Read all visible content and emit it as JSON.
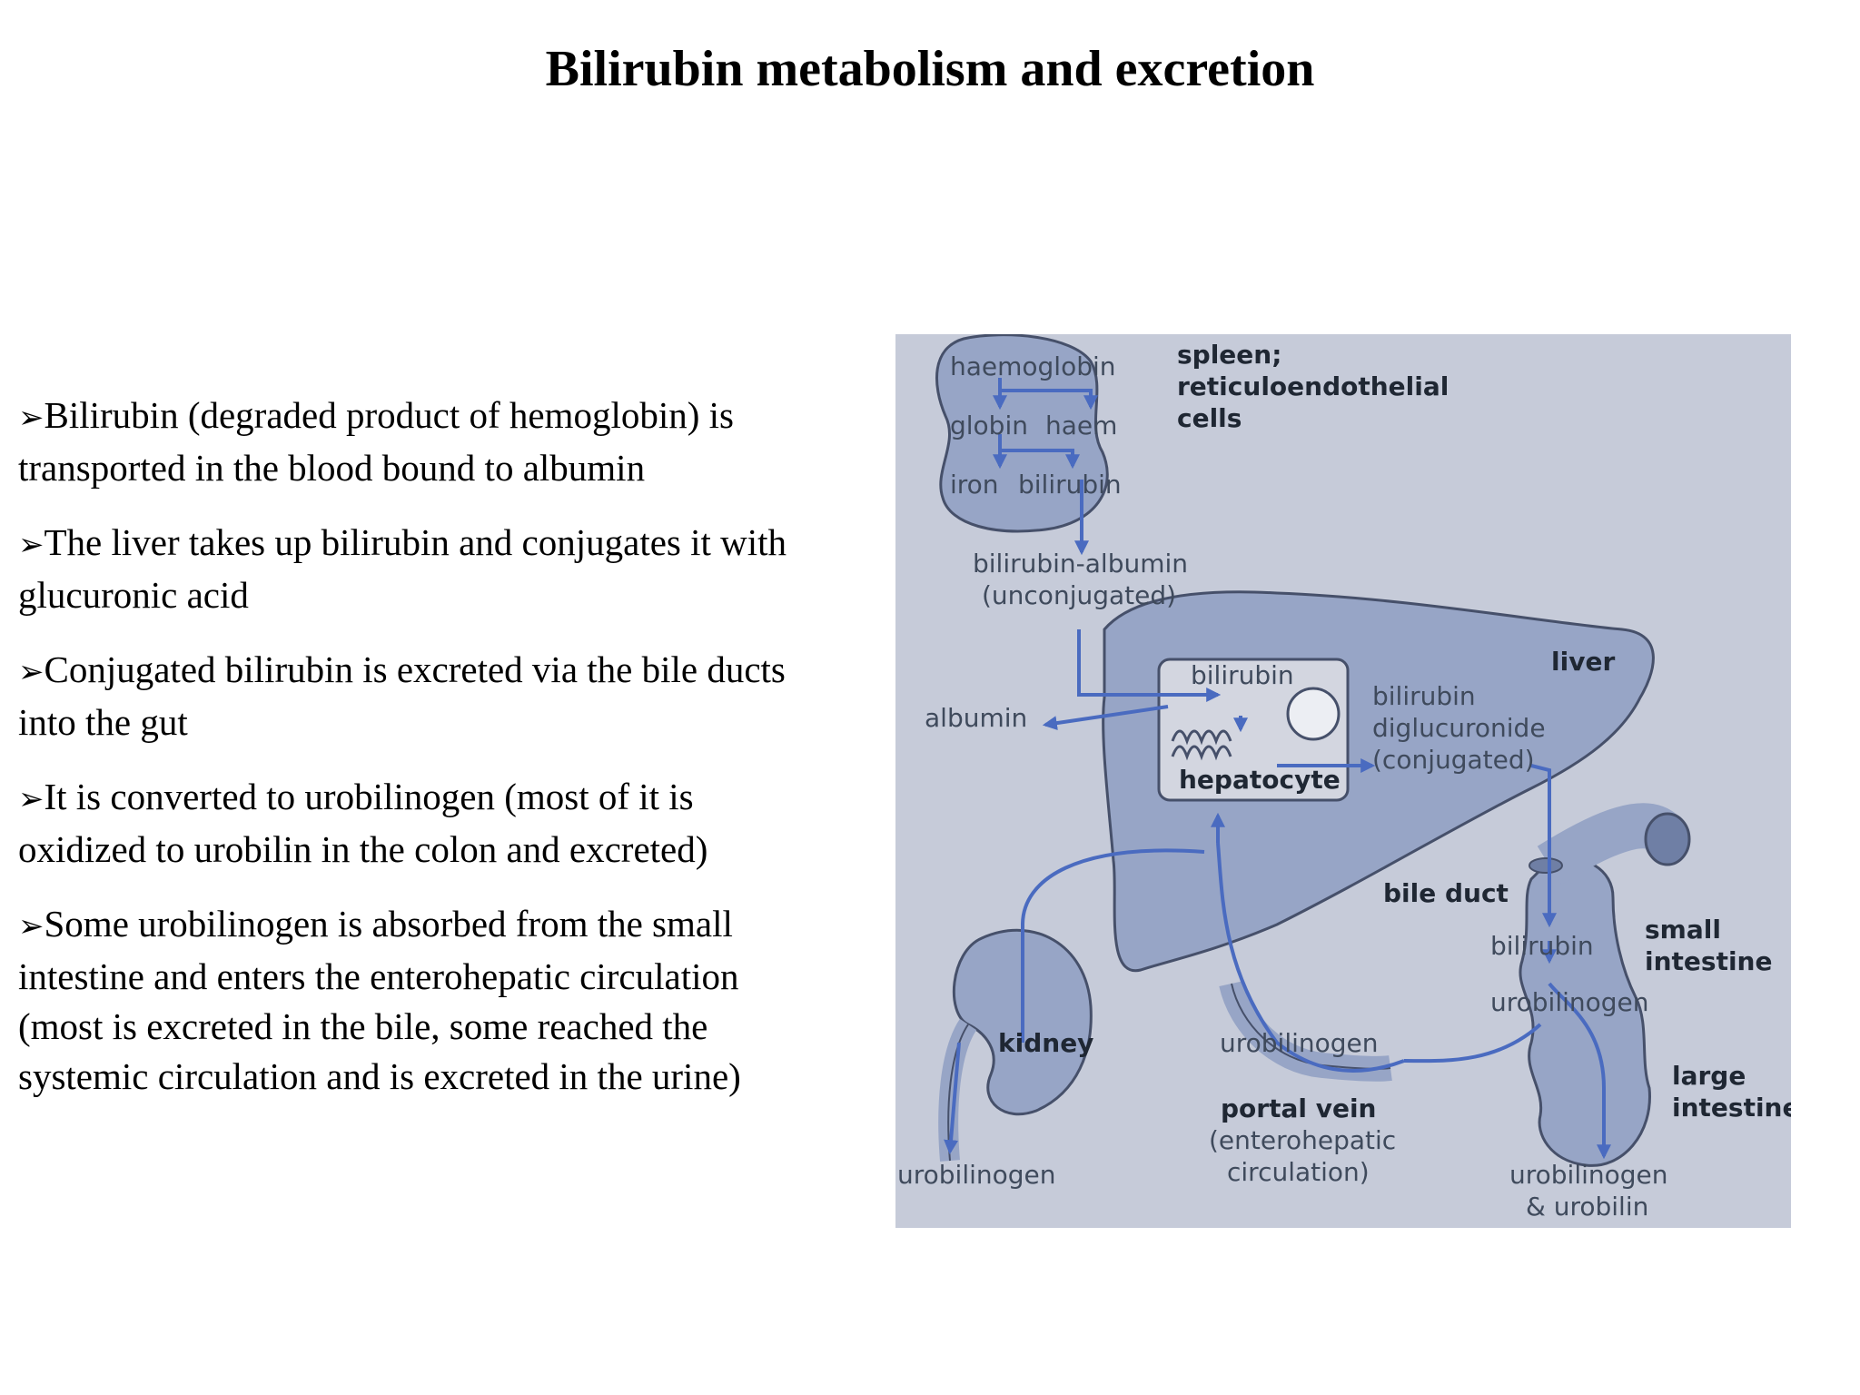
{
  "title": "Bilirubin metabolism and excretion",
  "bullet_marker": "➢",
  "bullets": [
    "Bilirubin (degraded product of hemoglobin) is transported in the blood bound to albumin",
    "The liver takes up bilirubin and conjugates it with glucuronic acid",
    "Conjugated bilirubin is excreted via the bile ducts into the gut",
    "It is converted to urobilinogen (most of it is oxidized to urobilin in the colon and excreted)",
    "Some urobilinogen is absorbed from the small intestine and enters the enterohepatic circulation (most is excreted in the bile, some reached the systemic circulation and is excreted in the urine)"
  ],
  "diagram": {
    "colors": {
      "background": "#c6cbd9",
      "organ": "#97a5c6",
      "organ_outline": "#46506a",
      "arrow": "#4a6bc0",
      "hepatocyte": "#d3d6e0"
    },
    "labels": {
      "haemoglobin": "haemoglobin",
      "globin": "globin",
      "haem": "haem",
      "iron": "iron",
      "bilirubin_spleen": "bilirubin",
      "spleen_1": "spleen;",
      "spleen_2": "reticuloendothelial",
      "spleen_3": "cells",
      "bilirubin_albumin_1": "bilirubin-albumin",
      "bilirubin_albumin_2": "(unconjugated)",
      "liver": "liver",
      "albumin": "albumin",
      "bilirubin_hepatocyte": "bilirubin",
      "hepatocyte": "hepatocyte",
      "diglucuronide_1": "bilirubin",
      "diglucuronide_2": "diglucuronide",
      "diglucuronide_3": "(conjugated)",
      "bile_duct": "bile duct",
      "bilirubin_gut": "bilirubin",
      "urobilinogen_gut": "urobilinogen",
      "small_intestine_1": "small",
      "small_intestine_2": "intestine",
      "kidney": "kidney",
      "urobilinogen_portal": "urobilinogen",
      "portal_vein_1": "portal vein",
      "portal_vein_2": "(enterohepatic",
      "portal_vein_3": "circulation)",
      "large_intestine_1": "large",
      "large_intestine_2": "intestine",
      "urobilinogen_urine": "urobilinogen",
      "stool_1": "urobilinogen",
      "stool_2": "& urobilin"
    }
  }
}
